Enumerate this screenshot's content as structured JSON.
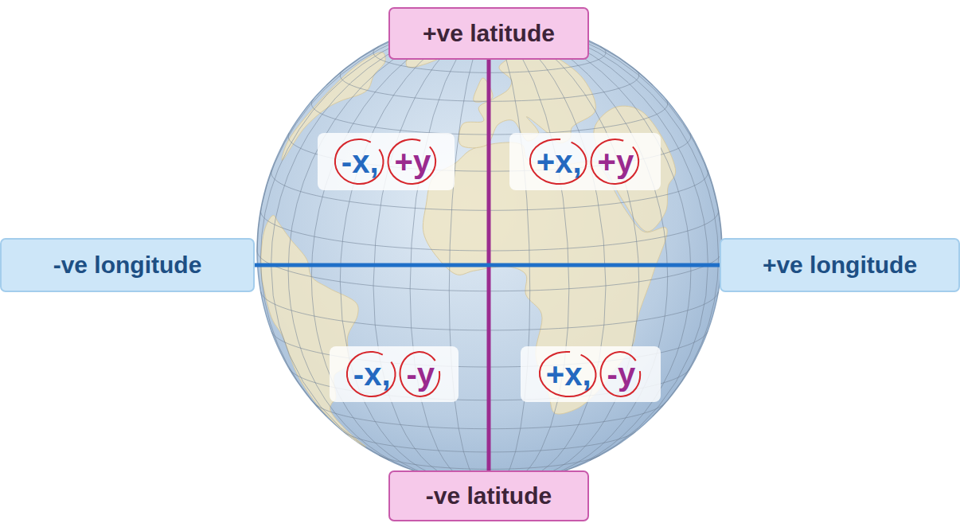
{
  "diagram": {
    "nodes": [
      {
        "text": [
          "+ve latitude"
        ]
      },
      {
        "text": [
          "-x,",
          "+y"
        ]
      },
      {
        "text": [
          "+x,",
          "+y"
        ]
      },
      {
        "text": [
          "-ve longitude"
        ]
      },
      {
        "text": [
          "+ve longitude"
        ]
      },
      {
        "text": [
          "-x,",
          "-y"
        ]
      },
      {
        "text": [
          "+x,",
          "-y"
        ]
      },
      {
        "text": [
          "-ve latitude"
        ]
      }
    ],
    "edges": [
      {
        "from": 0,
        "to": 7,
        "arrow": "none"
      },
      {
        "from": 3,
        "to": 4,
        "arrow": "none"
      }
    ]
  }
}
